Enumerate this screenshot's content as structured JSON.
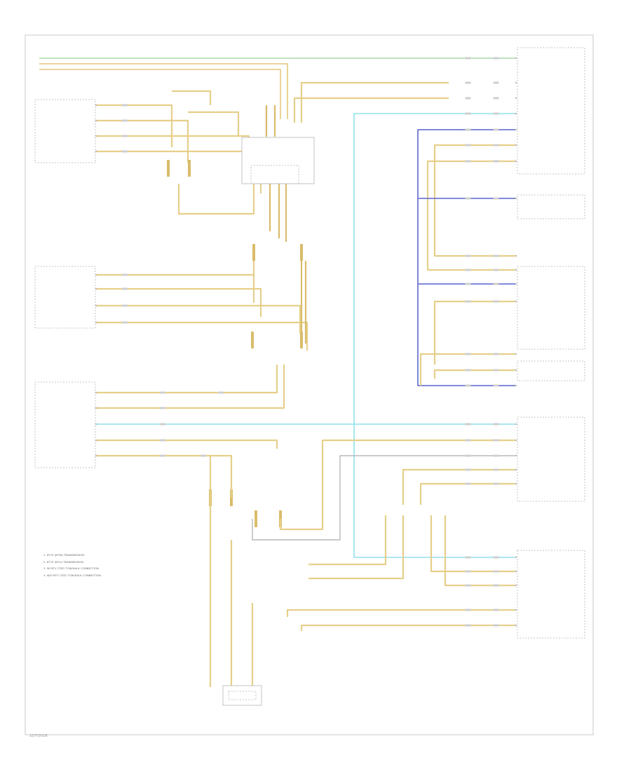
{
  "diagram": {
    "footer": "10/7/2016",
    "colors": {
      "tan": "#e6cf8a",
      "tan_dark": "#d9bc6a",
      "green": "#a9dcaa",
      "blue": "#6f78d3",
      "cyan": "#8fe1ec",
      "gray": "#b8b8b8",
      "frame": "#c8c8c8"
    },
    "notes": [
      "1. 6T70 (M7W) TRANSMISSION",
      "2. 6T75 (M7U) TRANSMISSION",
      "3. W/ BTV (TSZ) TOW/HAUL CONNECTION",
      "4. W/O BTV (TSZ) TOW/HAUL CONNECTION"
    ]
  }
}
